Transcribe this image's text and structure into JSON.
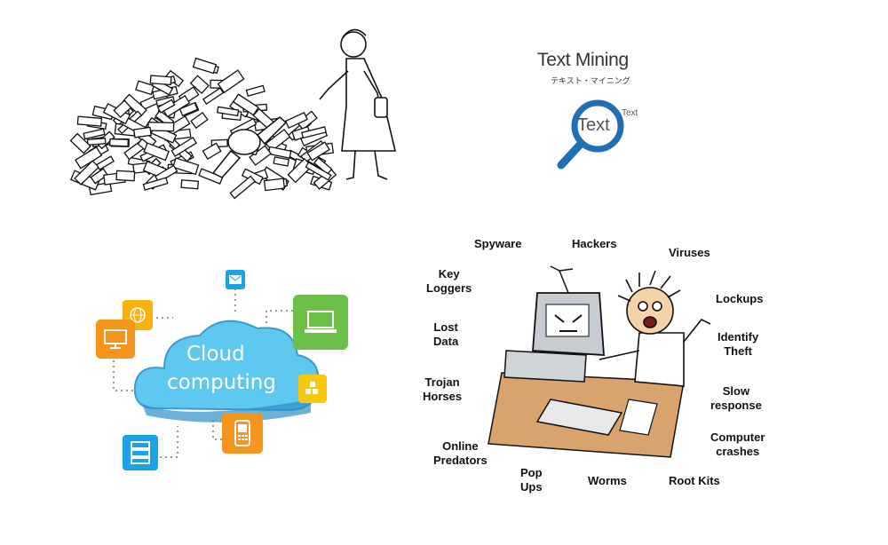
{
  "text_mining": {
    "title": "Text Mining",
    "subtitle": "テキスト・マイニング",
    "lens_word": "Text",
    "small_word": "Text"
  },
  "cloud": {
    "line1": "Cloud",
    "line2": "computing"
  },
  "threats": {
    "spyware": "Spyware",
    "hackers": "Hackers",
    "viruses": "Viruses",
    "key_loggers": "Key\nLoggers",
    "lockups": "Lockups",
    "lost_data": "Lost\nData",
    "identify_theft": "Identify\nTheft",
    "trojan_horses": "Trojan\nHorses",
    "slow_response": "Slow\nresponse",
    "computer_crashes": "Computer\ncrashes",
    "online_predators": "Online\nPredators",
    "pop_ups": "Pop\nUps",
    "worms": "Worms",
    "root_kits": "Root Kits"
  },
  "colors": {
    "magnifier": "#1f6fb5",
    "cloud_fill": "#5ec8f0",
    "orange": "#f7941d",
    "green": "#6cc04a",
    "yellow": "#f9c80e",
    "blue_tile": "#1aa3e8"
  }
}
